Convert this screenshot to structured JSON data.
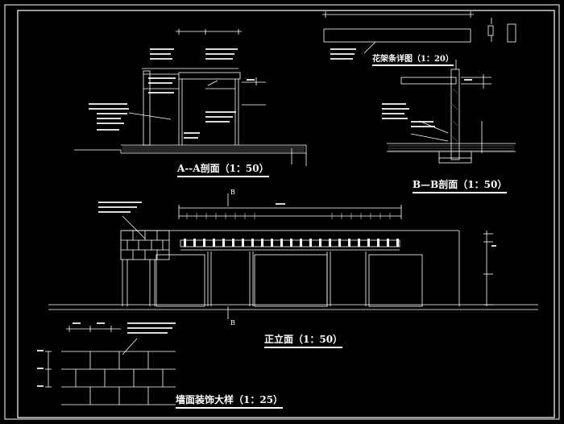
{
  "titles": {
    "section_aa": "A--A剖面（1：50）",
    "section_bb": "B—B剖面（1：50）",
    "elevation": "正立面（1：50）",
    "wall_detail": "墙面装饰大样（1：25）",
    "flower_frame": "花架条详图（1：20）"
  },
  "markers": {
    "b_top": "B",
    "b_bottom": "B"
  },
  "colors": {
    "background": "#000000",
    "line": "#ffffff",
    "hatch": "#9a9a9a"
  }
}
